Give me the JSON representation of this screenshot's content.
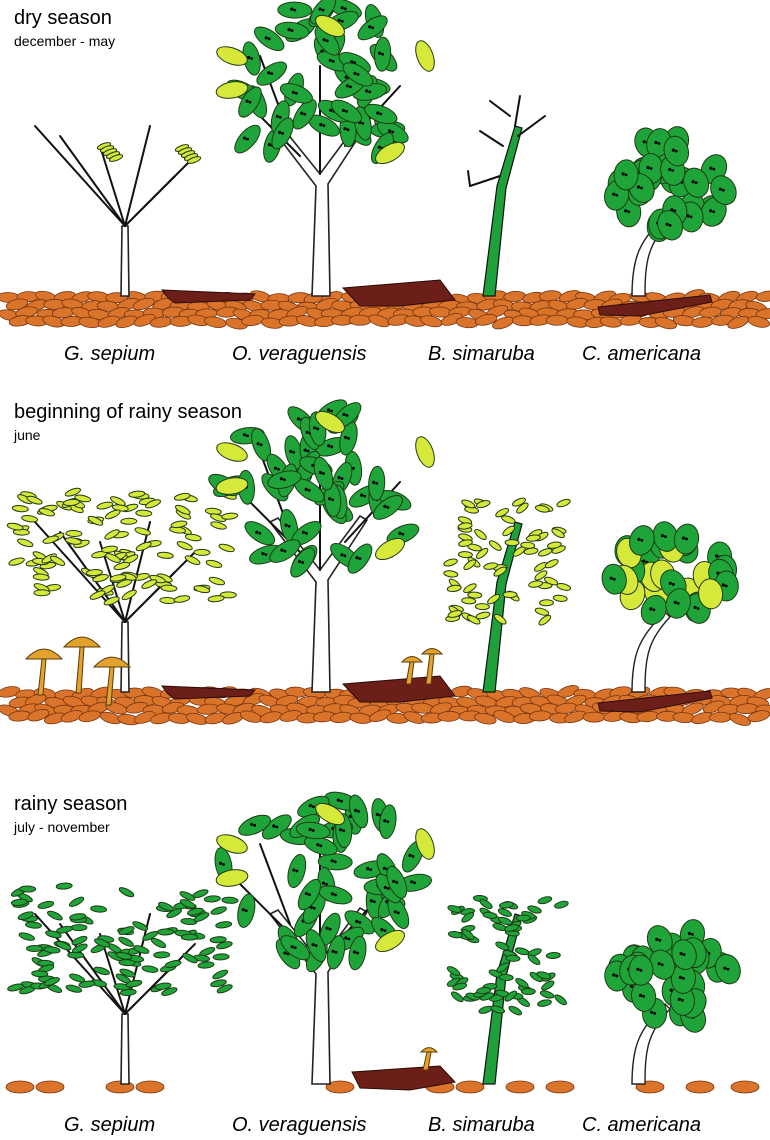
{
  "panels": [
    {
      "title": "dry season",
      "subtitle": "december - may"
    },
    {
      "title": "beginning of rainy season",
      "subtitle": "june"
    },
    {
      "title": "rainy season",
      "subtitle": "july - november"
    }
  ],
  "species_labels": [
    "G. sepium",
    "O. veraguensis",
    "B. simaruba",
    "C. americana"
  ],
  "colors": {
    "leaf_dark": "#1fa43a",
    "leaf_light": "#d6e83a",
    "leaf_outline": "#1f3a14",
    "litter": "#d9742a",
    "litter_outline": "#7a3410",
    "log": "#6b1f18",
    "mushroom_cap": "#e2a22c",
    "trunk_green": "#1ea03a",
    "trunk_white": "#ffffff"
  }
}
